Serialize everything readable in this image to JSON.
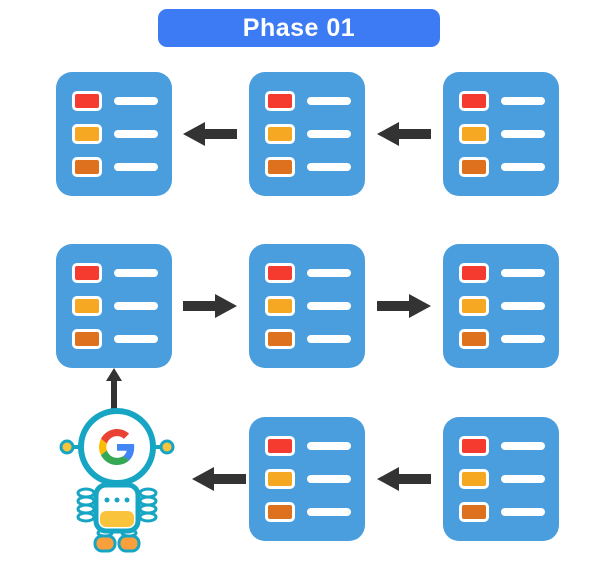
{
  "banner": {
    "label": "Phase 01",
    "bg_color": "#3D7BF5",
    "text_color": "#FFFFFF"
  },
  "palette": {
    "card_bg": "#4A9EDE",
    "chip_colors": [
      "#F53B2F",
      "#F7A823",
      "#DE711E"
    ],
    "placeholder_bar": "#FFFFFF",
    "arrow": "#333333",
    "robot_outline": "#17A5C4",
    "robot_body_accent": "#F9C33C",
    "robot_feet": "#F9A03C"
  },
  "google_logo_colors": {
    "blue": "#4285F4",
    "red": "#EA4335",
    "yellow": "#FBBC05",
    "green": "#34A853"
  },
  "flow": {
    "rows": [
      {
        "position": "top",
        "cards": 3,
        "arrow_direction": "left"
      },
      {
        "position": "middle",
        "cards": 3,
        "arrow_direction": "right"
      },
      {
        "position": "bottom",
        "cards": 2,
        "arrow_direction": "left",
        "robot": "googlebot"
      }
    ],
    "items_per_card": 3,
    "vertical_arrow": "up from googlebot to middle-row first card"
  }
}
